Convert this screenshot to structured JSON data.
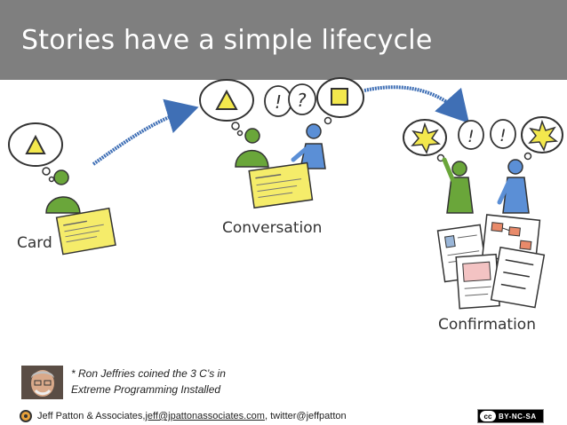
{
  "slide": {
    "title": "Stories have a simple lifecycle",
    "labels": {
      "card": "Card",
      "conversation": "Conversation",
      "confirmation": "Confirmation"
    },
    "bubble_marks": {
      "exclaim": "!",
      "question": "?"
    }
  },
  "quote": {
    "line1": "* Ron Jeffries coined the 3 C’s in",
    "line2": "Extreme Programming Installed"
  },
  "footer": {
    "prefix": "Jeff Patton & Associates, ",
    "email": "jeff@jpattonassociates.com",
    "suffix": ", twitter@jeffpatton",
    "license_cc": "cc",
    "license_text": "BY-NC-SA"
  },
  "colors": {
    "header_bg": "#7f7f7f",
    "person_green": "#6aa63a",
    "person_blue": "#5b8fd6",
    "arrow_blue": "#3f6fb5",
    "card_yellow": "#f5ec6a",
    "idea_yellow": "#f3e84d"
  }
}
